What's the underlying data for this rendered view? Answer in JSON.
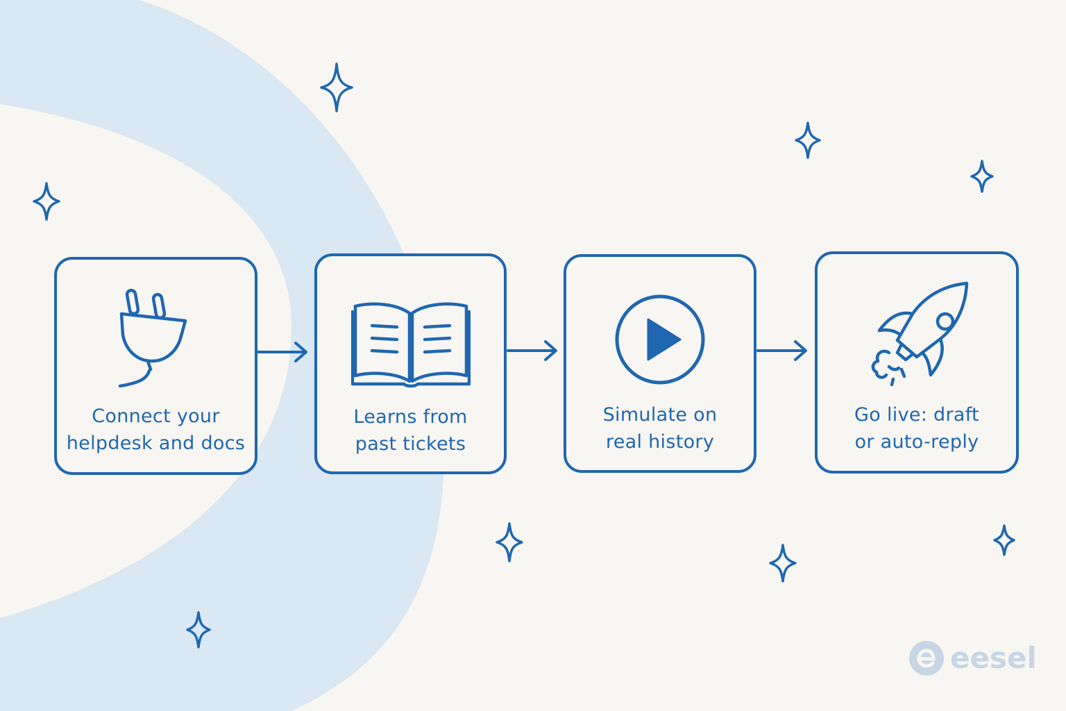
{
  "steps": [
    {
      "line1": "Connect your",
      "line2": "helpdesk and docs",
      "icon": "plug-icon"
    },
    {
      "line1": "Learns from",
      "line2": "past tickets",
      "icon": "open-book-icon"
    },
    {
      "line1": "Simulate on",
      "line2": "real history",
      "icon": "play-circle-icon"
    },
    {
      "line1": "Go live: draft",
      "line2": "or auto-reply",
      "icon": "rocket-icon"
    }
  ],
  "brand": {
    "name": "eesel",
    "logo_icon": "eesel-logo-icon"
  },
  "colors": {
    "accent": "#1f67b0",
    "background": "#f8f6f2",
    "arc": "#d9e8f3",
    "logo": "#c7d6e4"
  }
}
